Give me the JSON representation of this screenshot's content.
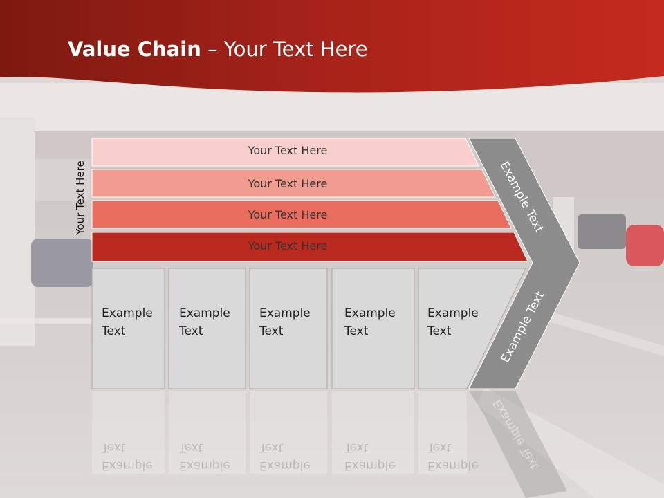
{
  "title": {
    "bold": "Value Chain",
    "rest": " – Your Text Here"
  },
  "side_label": "Your Text Here",
  "bars": [
    {
      "label": "Your Text Here",
      "color": "#f9cfcd"
    },
    {
      "label": "Your Text Here",
      "color": "#f19b91"
    },
    {
      "label": "Your Text Here",
      "color": "#e86d5d"
    },
    {
      "label": "Your Text Here",
      "color": "#bb2a1e"
    }
  ],
  "boxes": [
    {
      "line1": "Example",
      "line2": "Text"
    },
    {
      "line1": "Example",
      "line2": "Text"
    },
    {
      "line1": "Example",
      "line2": "Text"
    },
    {
      "line1": "Example",
      "line2": "Text"
    },
    {
      "line1": "Example",
      "line2": "Text"
    }
  ],
  "chevron": {
    "top_label": "Example Text",
    "bottom_label": "Example Text",
    "color": "#8c8c8c"
  },
  "colors": {
    "header": "#b3221b",
    "box": "#d9d9d9"
  }
}
